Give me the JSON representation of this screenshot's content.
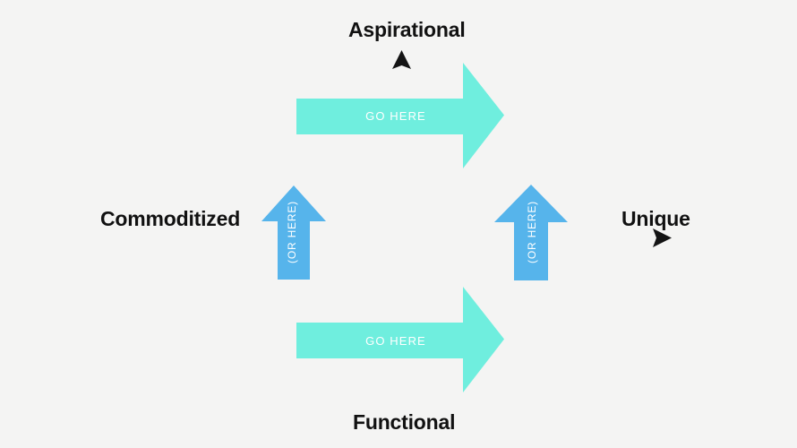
{
  "diagram": {
    "type": "2x2-positioning-matrix",
    "background_color": "#f4f4f3",
    "axes": {
      "vertical": {
        "top_label": "Aspirational",
        "bottom_label": "Functional",
        "color": "#111111",
        "style": "hand-drawn",
        "arrowhead": "top"
      },
      "horizontal": {
        "left_label": "Commoditized",
        "right_label": "Unique",
        "color": "#111111",
        "style": "hand-drawn",
        "arrowhead": "right"
      }
    },
    "arrows": [
      {
        "id": "go-here-top",
        "label": "GO HERE",
        "color": "#6feede",
        "direction": "right",
        "quadrant": "upper",
        "text_color": "#ffffff"
      },
      {
        "id": "or-here-left",
        "label": "(OR HERE)",
        "color": "#56b4eb",
        "direction": "up",
        "quadrant": "left-of-origin",
        "text_color": "#ffffff"
      },
      {
        "id": "or-here-right",
        "label": "(OR HERE)",
        "color": "#56b4eb",
        "direction": "up",
        "quadrant": "right-of-origin",
        "text_color": "#ffffff"
      },
      {
        "id": "go-here-bottom",
        "label": "GO HERE",
        "color": "#6feede",
        "direction": "right",
        "quadrant": "lower",
        "text_color": "#ffffff"
      }
    ]
  }
}
